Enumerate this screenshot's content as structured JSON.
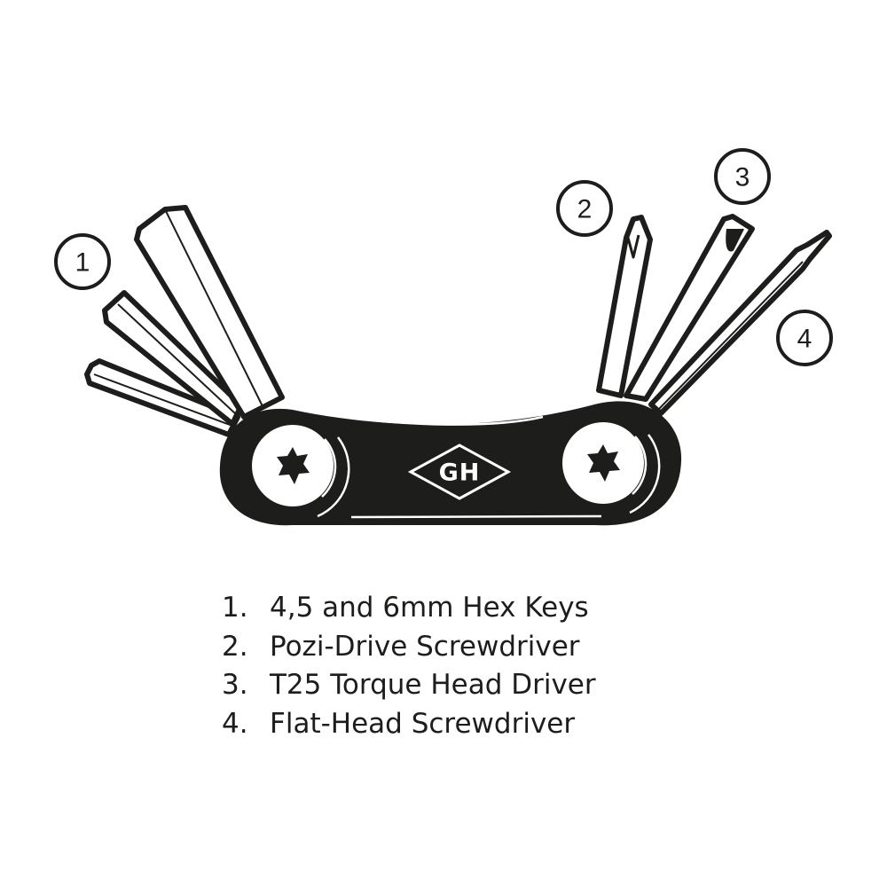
{
  "illustration": {
    "subject": "Multi-tool with hex keys and screwdrivers",
    "logo_text": "GH",
    "colors": {
      "ink": "#1d1d1b",
      "background": "#ffffff"
    },
    "callouts": [
      {
        "number": "1"
      },
      {
        "number": "2"
      },
      {
        "number": "3"
      },
      {
        "number": "4"
      }
    ]
  },
  "legend": {
    "items": [
      {
        "number": "1.",
        "text": "4,5 and 6mm Hex Keys"
      },
      {
        "number": "2.",
        "text": "Pozi-Drive Screwdriver"
      },
      {
        "number": "3.",
        "text": "T25 Torque Head Driver"
      },
      {
        "number": "4.",
        "text": "Flat-Head Screwdriver"
      }
    ]
  }
}
